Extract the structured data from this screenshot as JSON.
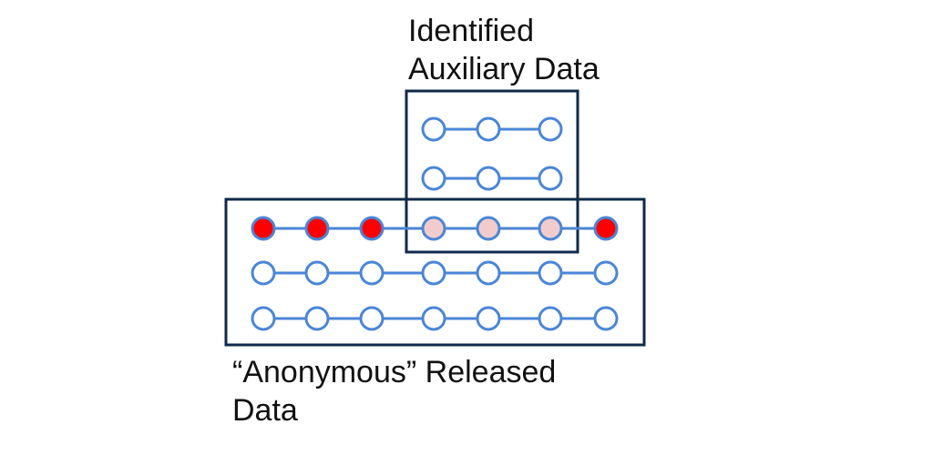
{
  "labels": {
    "auxiliary_line1": "Identified",
    "auxiliary_line2": "Auxiliary Data",
    "released_line1": "“Anonymous” Released",
    "released_line2": "Data"
  },
  "colors": {
    "box_stroke": "#0f2a4a",
    "edge": "#4a86d6",
    "node_stroke": "#4a86d6",
    "node_empty": "#ffffff",
    "node_red": "#ff0000",
    "node_pink": "#f2cccc"
  },
  "auxiliary_rows": [
    [
      "empty",
      "empty",
      "empty"
    ],
    [
      "empty",
      "empty",
      "empty"
    ]
  ],
  "released_rows": [
    [
      "red",
      "red",
      "red",
      "pink",
      "pink",
      "pink",
      "red"
    ],
    [
      "empty",
      "empty",
      "empty",
      "empty",
      "empty",
      "empty",
      "empty"
    ],
    [
      "empty",
      "empty",
      "empty",
      "empty",
      "empty",
      "empty",
      "empty"
    ]
  ]
}
